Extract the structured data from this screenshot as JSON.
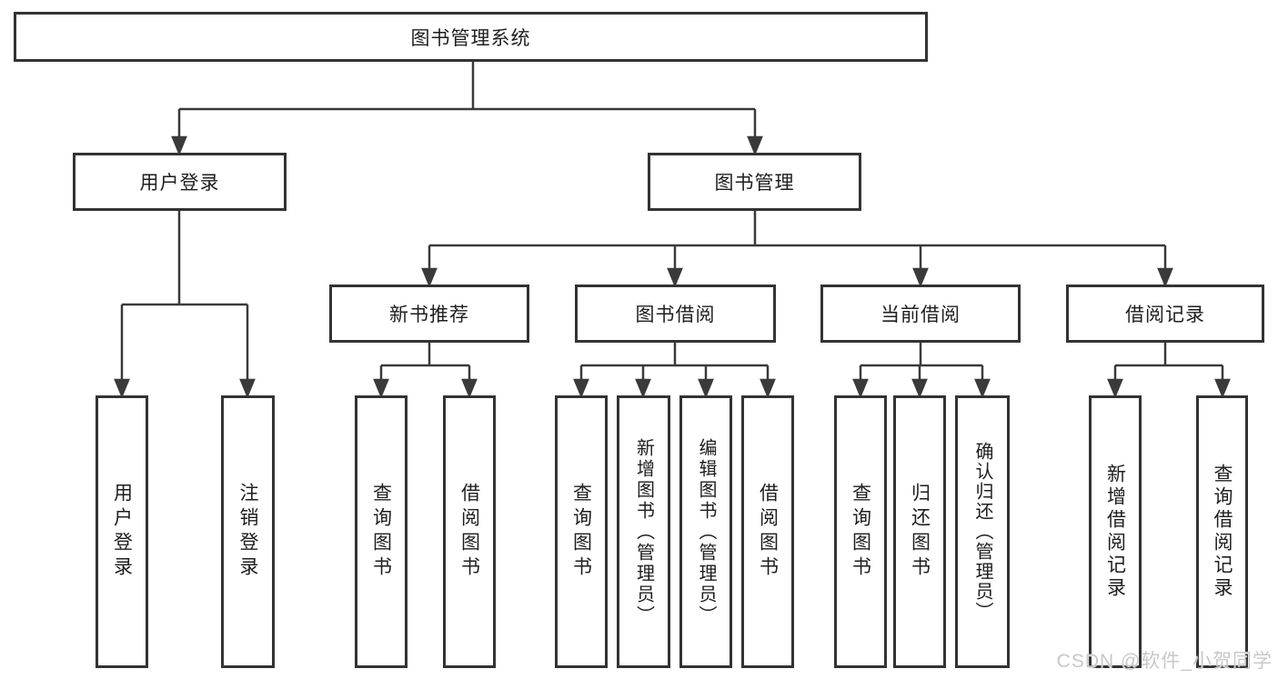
{
  "diagram_type": "hierarchy",
  "nodes": {
    "root": "图书管理系统",
    "user_login": {
      "label": "用户登录",
      "children": [
        "用户登录",
        "注销登录"
      ]
    },
    "book_mgmt": {
      "label": "图书管理"
    },
    "new_book": {
      "label": "新书推荐",
      "children": [
        "查询图书",
        "借阅图书"
      ]
    },
    "borrow": {
      "label": "图书借阅",
      "children": [
        "查询图书",
        "新增图书（管理员）",
        "编辑图书（管理员）",
        "借阅图书"
      ]
    },
    "current": {
      "label": "当前借阅",
      "children": [
        "查询图书",
        "归还图书",
        "确认归还（管理员）"
      ]
    },
    "records": {
      "label": "借阅记录",
      "children": [
        "新增借阅记录",
        "查询借阅记录"
      ]
    }
  },
  "watermark": "CSDN @软件_小贺同学",
  "colors": {
    "line": "#3a3a3a",
    "border": "#333333",
    "text": "#1e1e1e",
    "watermark": "#c8c8c8",
    "background": "#ffffff"
  }
}
